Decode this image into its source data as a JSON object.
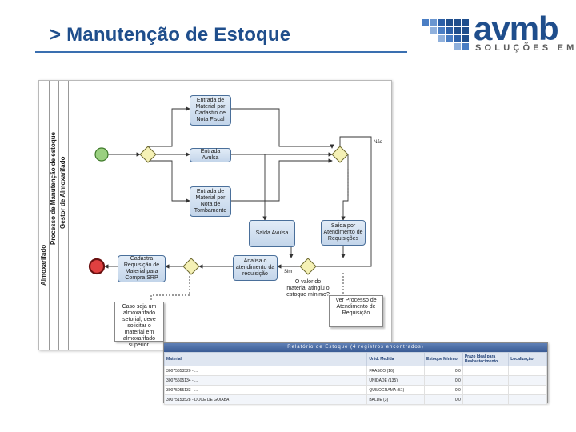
{
  "header": {
    "title": "> Manutenção de Estoque"
  },
  "logo": {
    "word": "avmb",
    "tagline": "SOLUÇÕES EM TI",
    "color": "#1f4e8c"
  },
  "diagram": {
    "pool_label": "Almoxarifado",
    "lane_outer_label": "Processo de Manutenção de estoque",
    "lane_inner_label": "Gestor de Almoxarifado",
    "tasks": {
      "entrada_cadastro": "Entrada de Material por Cadastro de Nota Fiscal",
      "entrada_avulsa": "Entrada Avulsa",
      "entrada_tombamento": "Entrada de Material por Nota de Tombamento",
      "saida_avulsa": "Saída Avulsa",
      "saida_requisicao": "Saída por Atendimento de Requisições",
      "cadastra_requisicao": "Cadastra Requisição de Material para Compra SRP",
      "analise_atendimento": "Analisa o atendimento da requisição"
    },
    "labels": {
      "nao": "Não",
      "sim": "Sim",
      "question": "O valor do material atingiu o estoque mínimo?"
    },
    "notes": {
      "almoxarifado_setorial": "Caso seja um almoxarifado setorial, deve solicitar o material em almoxarifado superior.",
      "ver_processo": "Ver Processo de Atendimento de Requisição"
    }
  },
  "report": {
    "title": "Relatório de Estoque (4 registros encontrados)",
    "columns": [
      "Material",
      "Unid. Medida",
      "Estoque Mínimo",
      "Prazo Ideal para Reabastecimento",
      "Localização"
    ],
    "rows": [
      {
        "material": "30075353520 - ...",
        "unidade": "FRASCO (16)",
        "minimo": "0,0"
      },
      {
        "material": "30075605134 - ...",
        "unidade": "UNIDADE (135)",
        "minimo": "0,0"
      },
      {
        "material": "30075055133 - ...",
        "unidade": "QUILOGRAMA (51)",
        "minimo": "0,0"
      },
      {
        "material": "30075153528 - DOCE DE GOIABA",
        "unidade": "BALDE (3)",
        "minimo": "0,0"
      }
    ]
  },
  "colors": {
    "title": "#1f4e8c",
    "task_fill": "#c3d5ea",
    "gateway_fill": "#f5f1b5",
    "start_event": "#9ad080",
    "end_event": "#e04040"
  }
}
